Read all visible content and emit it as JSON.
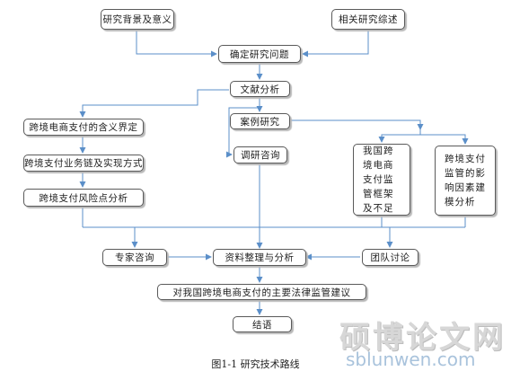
{
  "nodes": {
    "background": "研究背景及意义",
    "review": "相关研究综述",
    "question": "确定研究问题",
    "literature": "文献分析",
    "case": "案例研究",
    "survey": "调研咨询",
    "definition": "跨境电商支付的含义界定",
    "business_chain": "跨境支付业务链及实现方式",
    "risk": "跨境支付风险点分析",
    "framework": "我国跨境电商支付监管框架及不足",
    "factors": "跨境支付监管的影响因素建模分析",
    "expert": "专家咨询",
    "data_analysis": "资料整理与分析",
    "team": "团队讨论",
    "suggestions": "对我国跨境电商支付的主要法律监管建议",
    "conclusion": "结语"
  },
  "caption": "图1-1  研究技术路线",
  "watermark": {
    "cn": "硕博论文网",
    "en": "sblunwen.com"
  },
  "colors": {
    "arrow": "#5b8fc9",
    "border": "#5a5a5a"
  }
}
